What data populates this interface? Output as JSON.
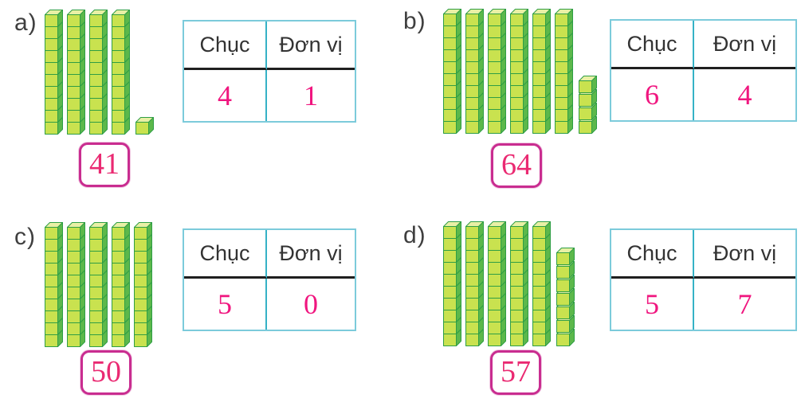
{
  "table_headers": {
    "tens": "Chục",
    "units": "Đơn vị"
  },
  "problems": [
    {
      "id": "a",
      "label": "a)",
      "tens": 4,
      "units": 1,
      "number": "41"
    },
    {
      "id": "b",
      "label": "b)",
      "tens": 6,
      "units": 4,
      "number": "64"
    },
    {
      "id": "c",
      "label": "c)",
      "tens": 5,
      "units": 0,
      "number": "50"
    },
    {
      "id": "d",
      "label": "d)",
      "tens": 5,
      "units": 7,
      "number": "57"
    }
  ],
  "colors": {
    "cube_front": "#c9e24f",
    "cube_side": "#5cb84b",
    "cube_top": "#e9f0a5",
    "cube_stroke": "#2f9e45",
    "table_outer_border": "#7ccbdb",
    "table_divider": "#35b2c6",
    "header_rule": "#1f1f1f",
    "header_text": "#333333",
    "value_text": "#f0167f",
    "box_border": "#c92d90",
    "box_text": "#ea2a72",
    "label_text": "#3f3f3f",
    "background": "#ffffff"
  }
}
